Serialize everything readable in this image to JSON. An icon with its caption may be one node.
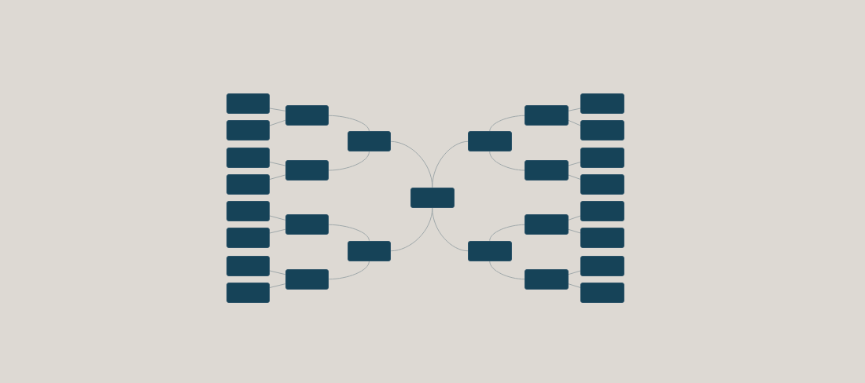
{
  "diagram": {
    "nodes": [
      {
        "text": [],
        "shape": "box"
      },
      {
        "text": [],
        "shape": "box"
      },
      {
        "text": [],
        "shape": "box"
      },
      {
        "text": [],
        "shape": "box"
      },
      {
        "text": [],
        "shape": "box"
      },
      {
        "text": [],
        "shape": "box"
      },
      {
        "text": [],
        "shape": "box"
      },
      {
        "text": [],
        "shape": "box"
      },
      {
        "text": [],
        "shape": "box"
      },
      {
        "text": [],
        "shape": "box"
      },
      {
        "text": [],
        "shape": "box"
      },
      {
        "text": [],
        "shape": "box"
      },
      {
        "text": [],
        "shape": "box"
      },
      {
        "text": [],
        "shape": "box"
      },
      {
        "text": [],
        "shape": "box"
      },
      {
        "text": [],
        "shape": "box"
      },
      {
        "text": [],
        "shape": "box"
      },
      {
        "text": [],
        "shape": "box"
      },
      {
        "text": [],
        "shape": "box"
      },
      {
        "text": [],
        "shape": "box"
      },
      {
        "text": [],
        "shape": "box"
      },
      {
        "text": [],
        "shape": "box"
      },
      {
        "text": [],
        "shape": "box"
      },
      {
        "text": [],
        "shape": "box"
      },
      {
        "text": [],
        "shape": "box"
      },
      {
        "text": [],
        "shape": "box"
      },
      {
        "text": [],
        "shape": "box"
      },
      {
        "text": [],
        "shape": "box"
      },
      {
        "text": [],
        "shape": "box"
      }
    ],
    "edges": [
      {
        "from": 14,
        "to": 12,
        "arrow": "none"
      },
      {
        "from": 14,
        "to": 13,
        "arrow": "none"
      },
      {
        "from": 12,
        "to": 8,
        "arrow": "none"
      },
      {
        "from": 12,
        "to": 9,
        "arrow": "none"
      },
      {
        "from": 13,
        "to": 10,
        "arrow": "none"
      },
      {
        "from": 13,
        "to": 11,
        "arrow": "none"
      },
      {
        "from": 8,
        "to": 0,
        "arrow": "none"
      },
      {
        "from": 8,
        "to": 1,
        "arrow": "none"
      },
      {
        "from": 9,
        "to": 2,
        "arrow": "none"
      },
      {
        "from": 9,
        "to": 3,
        "arrow": "none"
      },
      {
        "from": 10,
        "to": 4,
        "arrow": "none"
      },
      {
        "from": 10,
        "to": 5,
        "arrow": "none"
      },
      {
        "from": 11,
        "to": 6,
        "arrow": "none"
      },
      {
        "from": 11,
        "to": 7,
        "arrow": "none"
      },
      {
        "from": 14,
        "to": 15,
        "arrow": "none"
      },
      {
        "from": 14,
        "to": 16,
        "arrow": "none"
      },
      {
        "from": 15,
        "to": 17,
        "arrow": "none"
      },
      {
        "from": 15,
        "to": 18,
        "arrow": "none"
      },
      {
        "from": 16,
        "to": 19,
        "arrow": "none"
      },
      {
        "from": 16,
        "to": 20,
        "arrow": "none"
      },
      {
        "from": 17,
        "to": 21,
        "arrow": "none"
      },
      {
        "from": 17,
        "to": 22,
        "arrow": "none"
      },
      {
        "from": 18,
        "to": 23,
        "arrow": "none"
      },
      {
        "from": 18,
        "to": 24,
        "arrow": "none"
      },
      {
        "from": 19,
        "to": 25,
        "arrow": "none"
      },
      {
        "from": 19,
        "to": 26,
        "arrow": "none"
      },
      {
        "from": 20,
        "to": 27,
        "arrow": "none"
      },
      {
        "from": 20,
        "to": 28,
        "arrow": "none"
      }
    ]
  }
}
